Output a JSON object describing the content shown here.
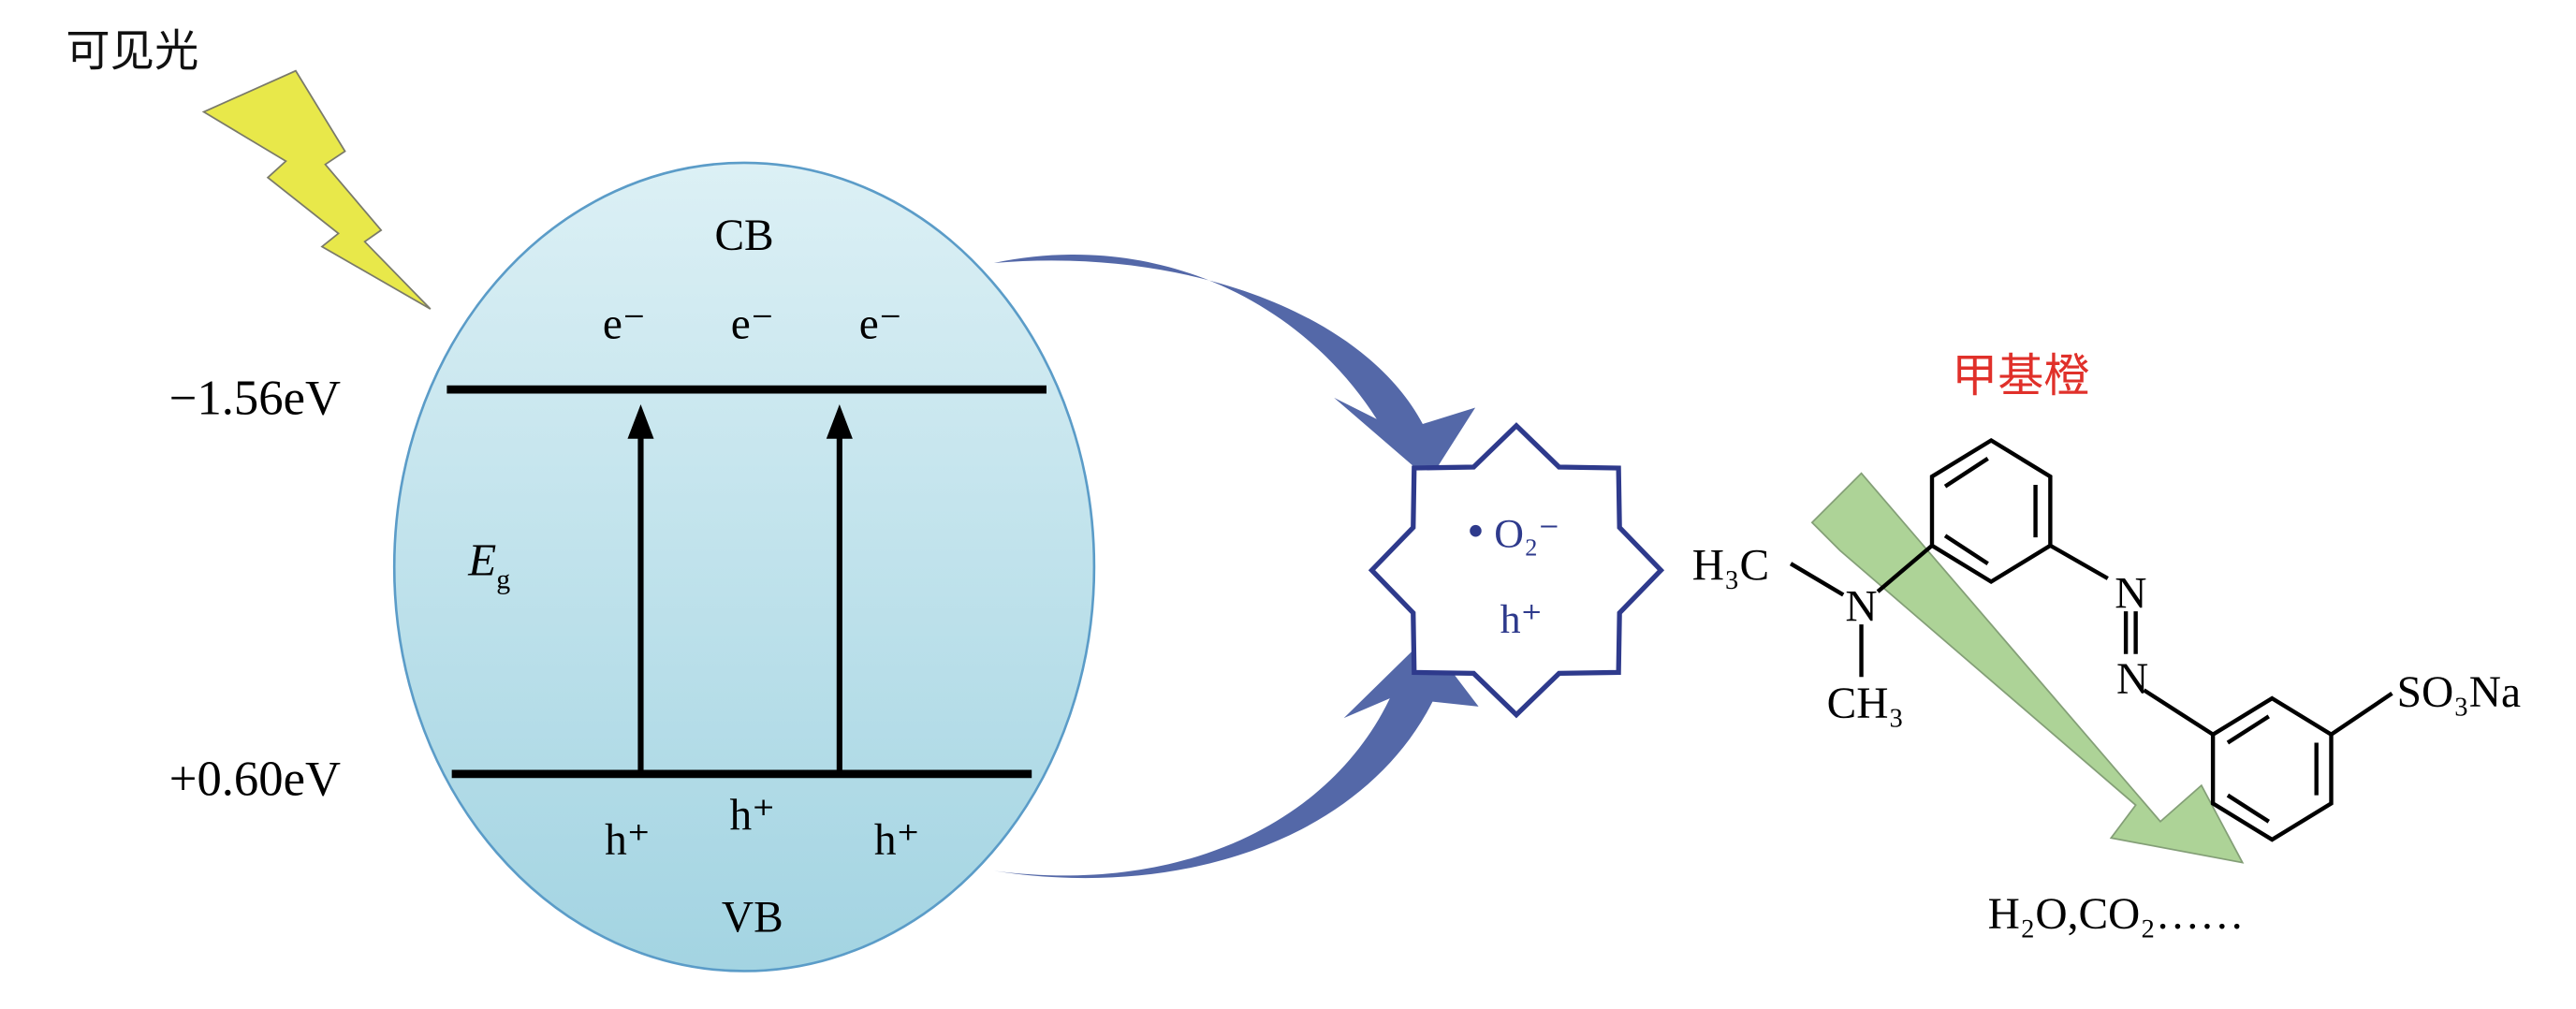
{
  "light_label": "可见光",
  "band": {
    "cb_label": "CB",
    "vb_label": "VB",
    "electrons": [
      "e⁻",
      "e⁻",
      "e⁻"
    ],
    "holes": [
      "h⁺",
      "h⁺",
      "h⁺"
    ],
    "cb_energy": "−1.56eV",
    "vb_energy": "+0.60eV",
    "gap_symbol": "E",
    "gap_subscript": "g"
  },
  "radicals": {
    "superoxide_dot": "•",
    "superoxide": "O₂⁻",
    "hole": "h⁺"
  },
  "molecule": {
    "name": "甲基橙",
    "methyl_left": "H₃C",
    "methyl_bottom": "CH₃",
    "amine_n": "N",
    "azo_n1": "N",
    "azo_n2": "N",
    "sulfonate": "SO₃Na",
    "products": "H₂O,CO₂……"
  },
  "colors": {
    "ellipse_top": "#d8eef4",
    "ellipse_bottom": "#a6d6e3",
    "ellipse_stroke": "#5b9cc8",
    "arrow_blue": "#5468a8",
    "star_stroke": "#2e3a8c",
    "lightning": "#e8e84a",
    "green_arrow": "#9fcc85",
    "title_red": "#e0302a"
  }
}
